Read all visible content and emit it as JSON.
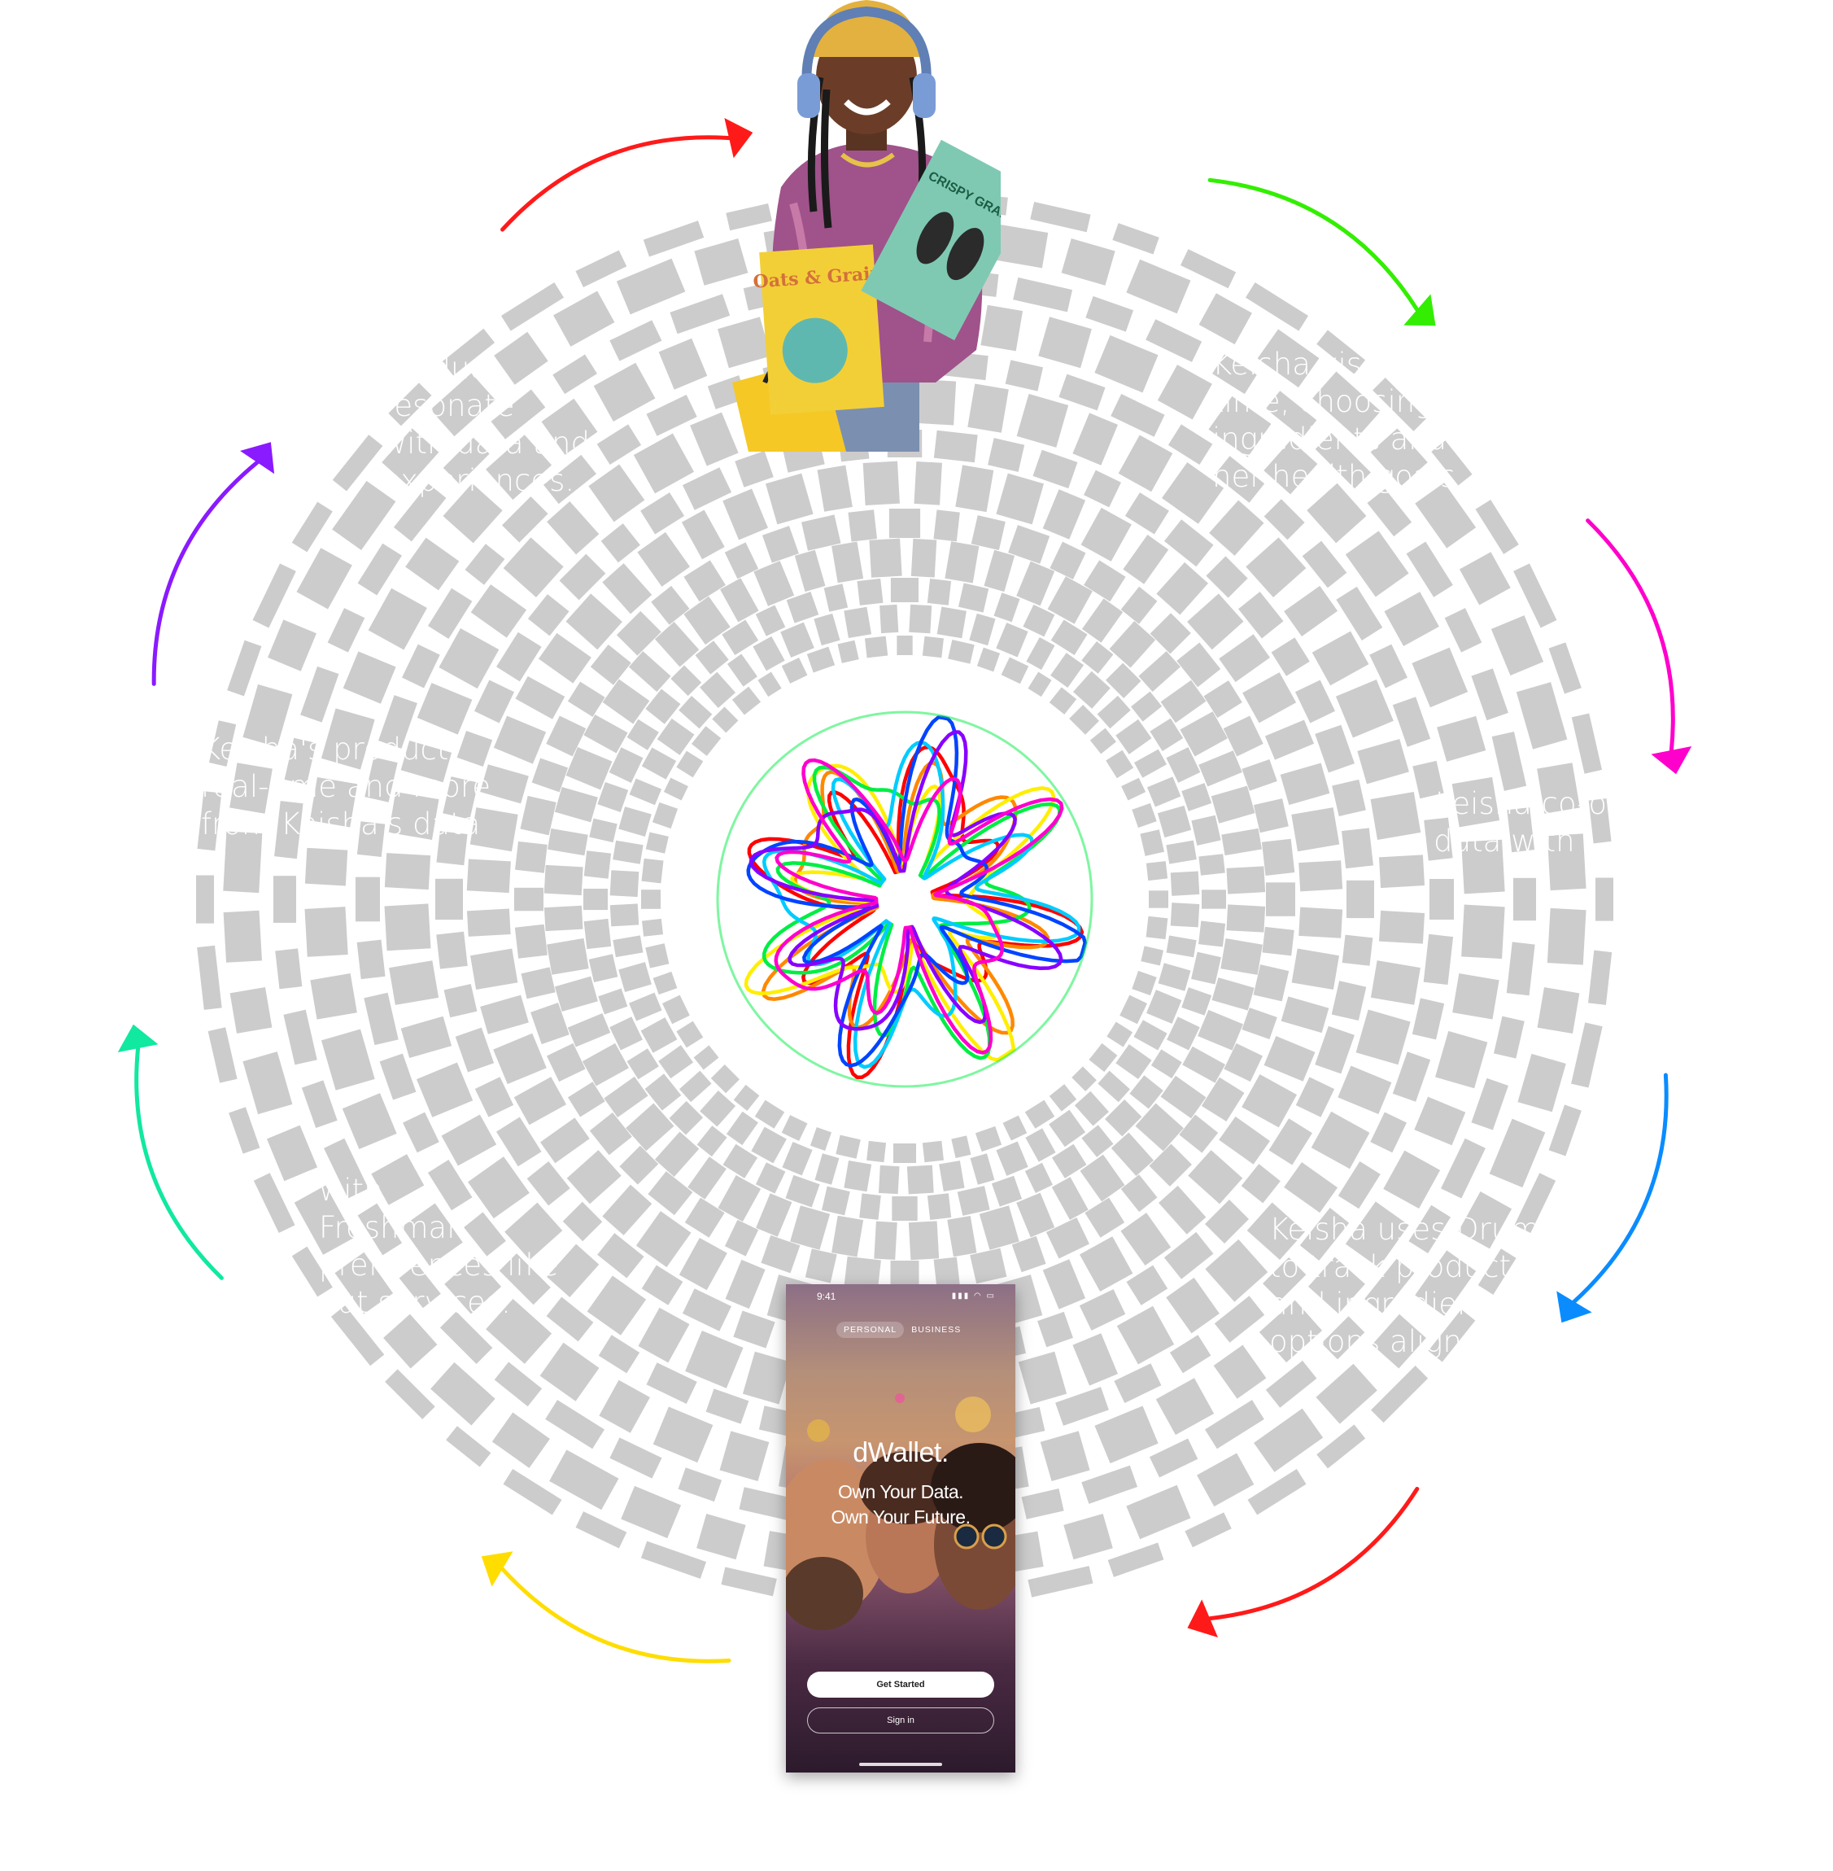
{
  "captions": [
    "Keisha visits\ntime, choosing\ningredients and s\nher health goals",
    "Keisha co-own\ndata with",
    "Keisha uses DrumWave\nto track products she\nand ingredient s\noptions aligned",
    "with\nFreshmart\npreferences like\nout services.",
    "Keisha's product\nreal-time and more\nfrom Keisha's data",
    "product\nresonate\nwith data and\nexperiences."
  ],
  "phone": {
    "time": "9:41",
    "status_icons": "▮▮▮ ◠ ▭",
    "tabs": [
      "PERSONAL",
      "BUSINESS"
    ],
    "brand": "dWallet.",
    "tagline_line1": "Own Your Data.",
    "tagline_line2": "Own Your Future.",
    "primary_button": "Get Started",
    "secondary_button": "Sign in"
  },
  "product_boxes": {
    "left": "Oats & Grain",
    "right": "CRISPY GRAIN"
  },
  "colors": {
    "tile": "#cccccc",
    "arrows": [
      "#ff1a1a",
      "#33ee00",
      "#ff00cc",
      "#0a8cff",
      "#ff1a1a",
      "#ffdd00",
      "#11e8a0",
      "#8a1aff"
    ],
    "knot": [
      "#ff0000",
      "#ff8800",
      "#ffee00",
      "#00ee44",
      "#00ccff",
      "#0044ff",
      "#8800ff",
      "#ff00cc"
    ]
  },
  "icons": [
    "arrow-icon",
    "wifi-icon",
    "signal-icon",
    "battery-icon"
  ]
}
